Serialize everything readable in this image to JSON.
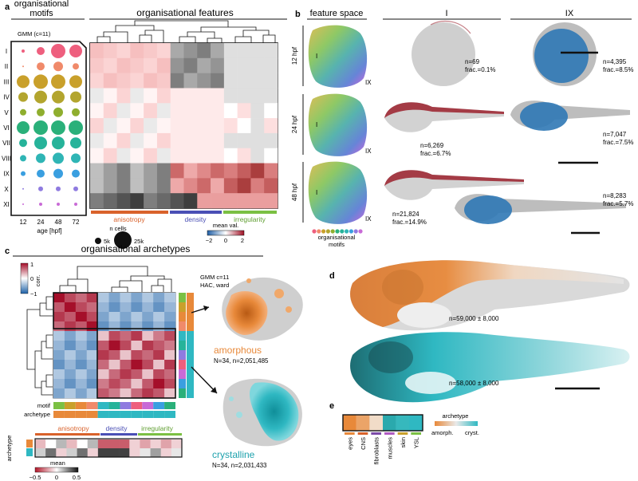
{
  "panel_a": {
    "label": "a",
    "left_title": "organisational\nmotifs",
    "right_title": "organisational features",
    "gmm_label": "GMM (c=11)",
    "motifs": [
      "I",
      "II",
      "III",
      "IV",
      "V",
      "VI",
      "VII",
      "VIII",
      "IX",
      "X",
      "XI"
    ],
    "ages": [
      "12",
      "24",
      "48",
      "72"
    ],
    "age_label": "age [hpf]",
    "size_legend_title": "n cells",
    "size_legend": [
      "5k",
      "25k"
    ],
    "feature_groups": [
      "anisotropy",
      "density",
      "irregularity"
    ],
    "color_legend_title": "mean val.",
    "color_ticks": [
      "−2",
      "0",
      "2"
    ]
  },
  "panel_b": {
    "label": "b",
    "col_titles": [
      "feature space",
      "I",
      "IX"
    ],
    "rows": [
      {
        "stage": "12 hpf",
        "I_n": "n=69",
        "I_frac": "frac.=0.1%",
        "IX_n": "n=4,395",
        "IX_frac": "frac.=8.5%"
      },
      {
        "stage": "24 hpf",
        "I_n": "n=6,269",
        "I_frac": "frac.=6.7%",
        "IX_n": "n=7,047",
        "IX_frac": "frac.=7.5%"
      },
      {
        "stage": "48 hpf",
        "I_n": "n=21,824",
        "I_frac": "frac.=14.9%",
        "IX_n": "n=8,283",
        "IX_frac": "frac.=5.7%"
      }
    ],
    "umap_marks": [
      "I",
      "IX"
    ],
    "motif_legend": "organisational\nmotifs"
  },
  "panel_c": {
    "label": "c",
    "title": "organisational archetypes",
    "corr_title": "corr.",
    "corr_ticks": [
      "1",
      "0",
      "−1"
    ],
    "gmm_note": "GMM c=11\nHAC, ward",
    "row_labels": [
      "motif",
      "archetype"
    ],
    "feature_groups": [
      "anisotropy",
      "density",
      "irregularity"
    ],
    "side_label": "archetype",
    "mean_title": "mean",
    "mean_ticks": [
      "−0.5",
      "0",
      "0.5"
    ],
    "amorphous": {
      "name": "amorphous",
      "stats": "N=34, n=2,051,485"
    },
    "crystalline": {
      "name": "crystalline",
      "stats": "N=34, n=2,031,433"
    }
  },
  "panel_d": {
    "label": "d",
    "top_n": "n=59,000 ± 8,000",
    "bottom_n": "n=58,000 ± 8,000"
  },
  "panel_e": {
    "label": "e",
    "tissues": [
      "eyes",
      "CNS",
      "fibroblasts",
      "muscles",
      "skin",
      "YSL"
    ],
    "legend_title": "archetype",
    "legend_ends": [
      "amorph.",
      "cryst."
    ]
  },
  "colors": {
    "amorphous": "#e8893a",
    "crystalline": "#2fb8c2",
    "anisotropy": "#d9622b",
    "density": "#4a4fb5",
    "irregularity": "#7bc043",
    "motif_I": "#9e2a35",
    "motif_IX": "#2f78b5"
  }
}
